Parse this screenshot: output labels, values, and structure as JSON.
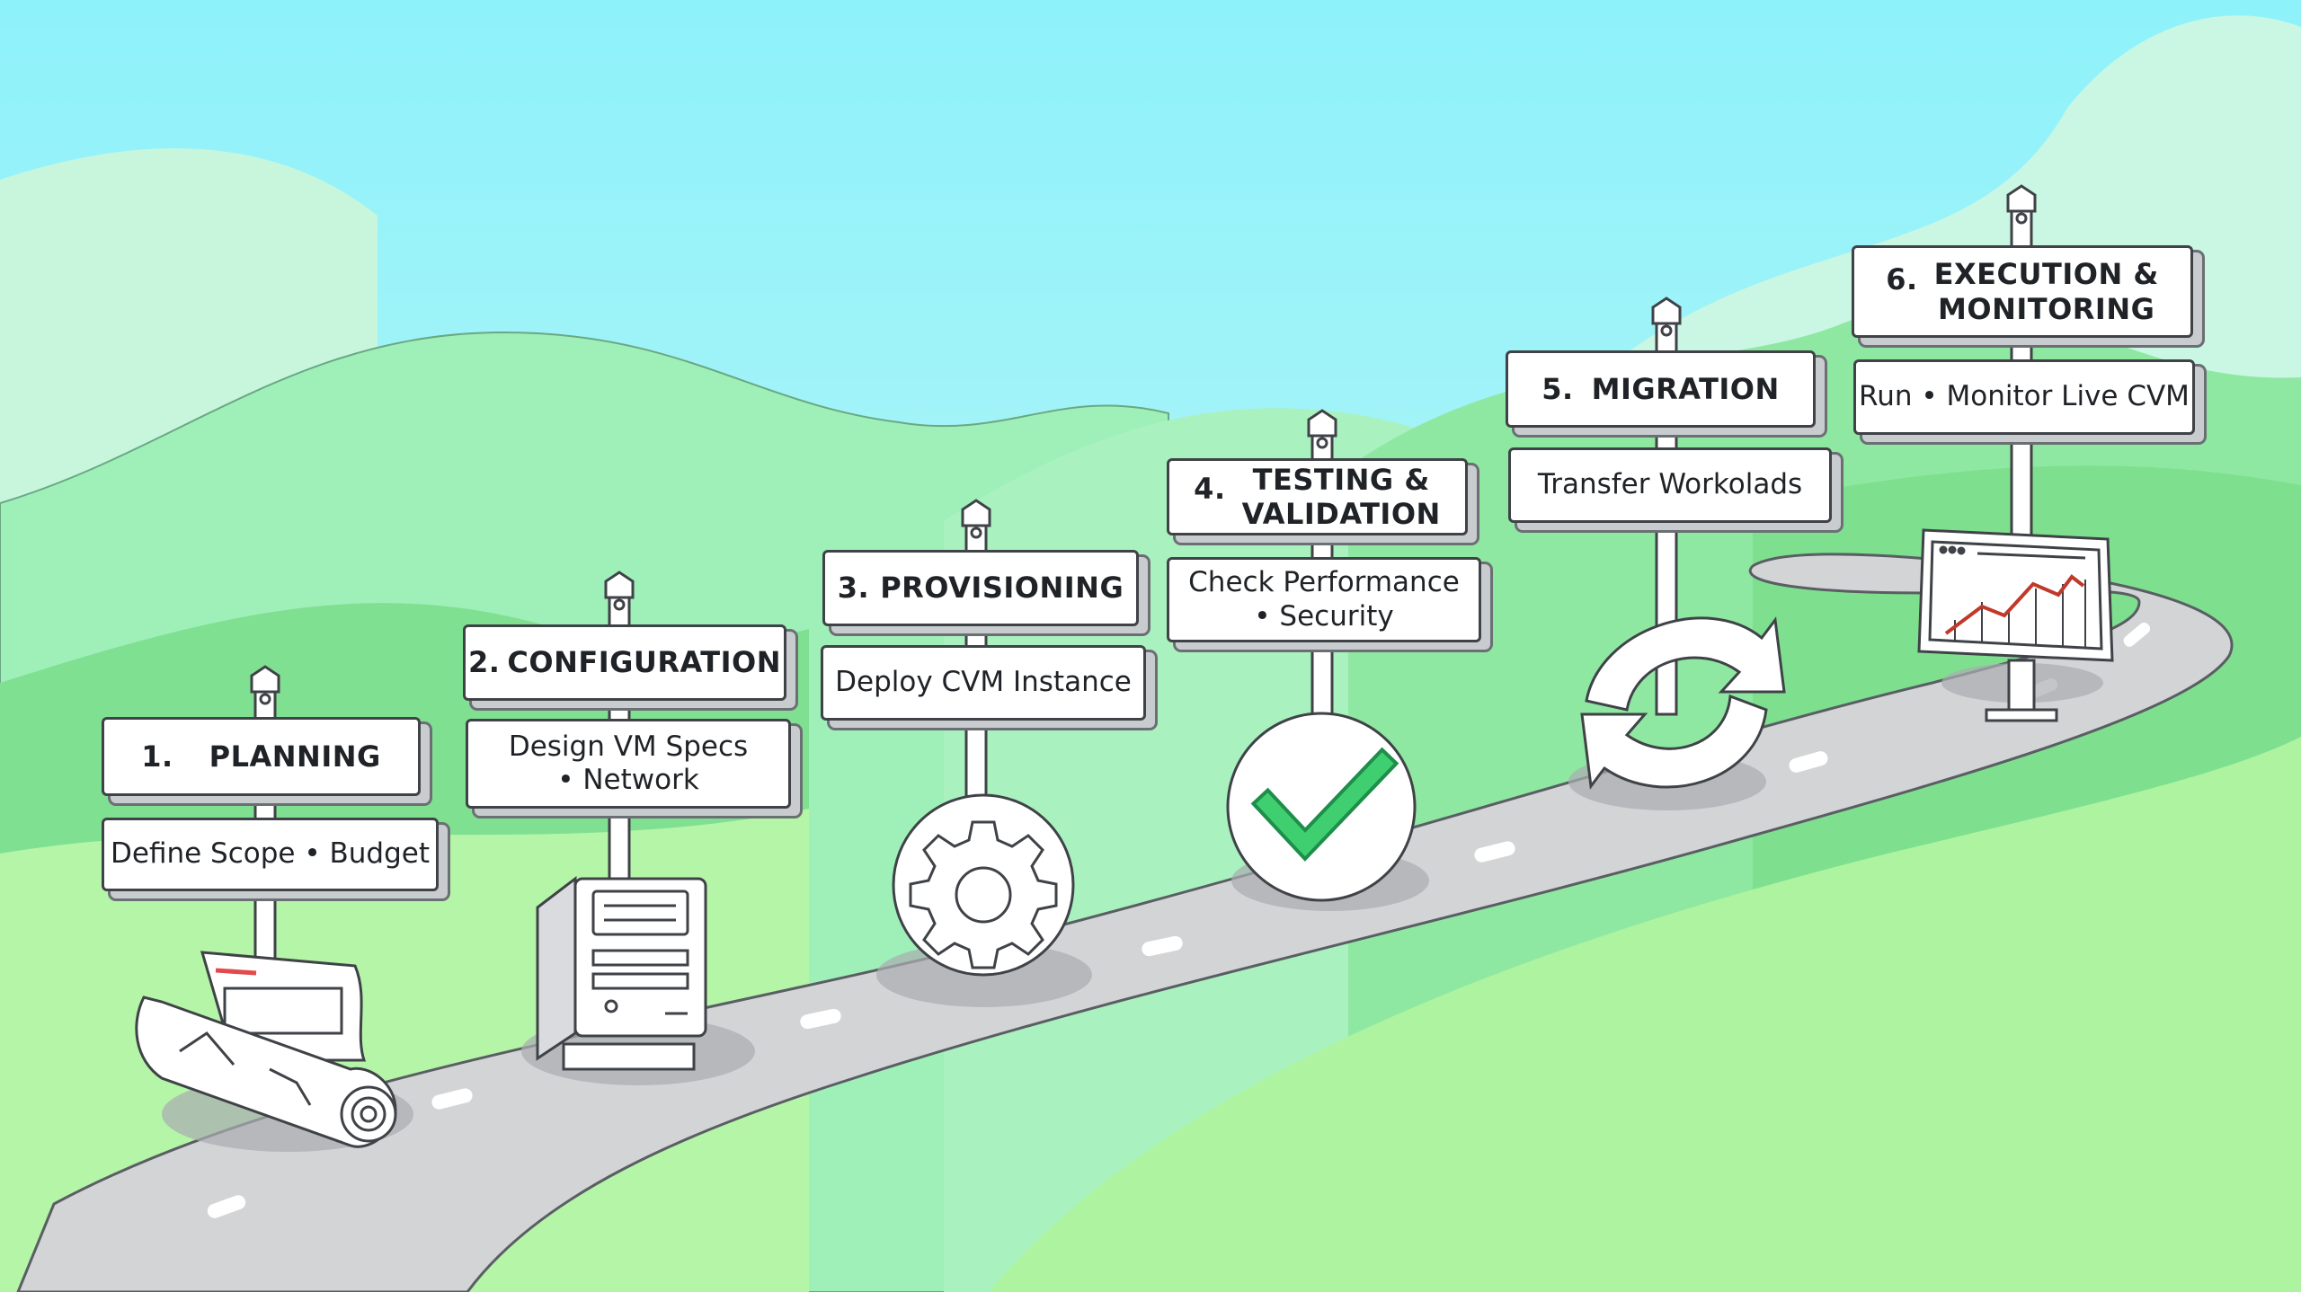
{
  "palette": {
    "sky_top": "#8ef2fb",
    "sky_bottom": "#c9f6f1",
    "hill_far": "#a6f0bd",
    "hill_mid": "#8fe8a2",
    "hill_near": "#6fdc86",
    "grass_light": "#b3f5a6",
    "road": "#d2d4d6",
    "road_edge": "#5a5e63",
    "accent_green": "#3fcf70",
    "accent_red": "#e24b4b"
  },
  "steps": [
    {
      "number": "1.",
      "title": "PLANNING",
      "description": "Define Scope • Budget",
      "icon": "blueprint-scroll-icon"
    },
    {
      "number": "2.",
      "title": "CONFIGURATION",
      "description": "Design VM Specs\n• Network",
      "icon": "server-tower-icon"
    },
    {
      "number": "3.",
      "title": "PROVISIONING",
      "description": "Deploy CVM Instance",
      "icon": "gear-icon"
    },
    {
      "number": "4.",
      "title": "TESTING &\nVALIDATION",
      "description": "Check Performance\n• Security",
      "icon": "checkmark-icon"
    },
    {
      "number": "5.",
      "title": "MIGRATION",
      "description": "Transfer Workolads",
      "icon": "cycle-arrows-icon"
    },
    {
      "number": "6.",
      "title": "EXECUTION &\nMONITORING",
      "description": "Run • Monitor Live CVM",
      "icon": "monitor-chart-icon"
    }
  ]
}
